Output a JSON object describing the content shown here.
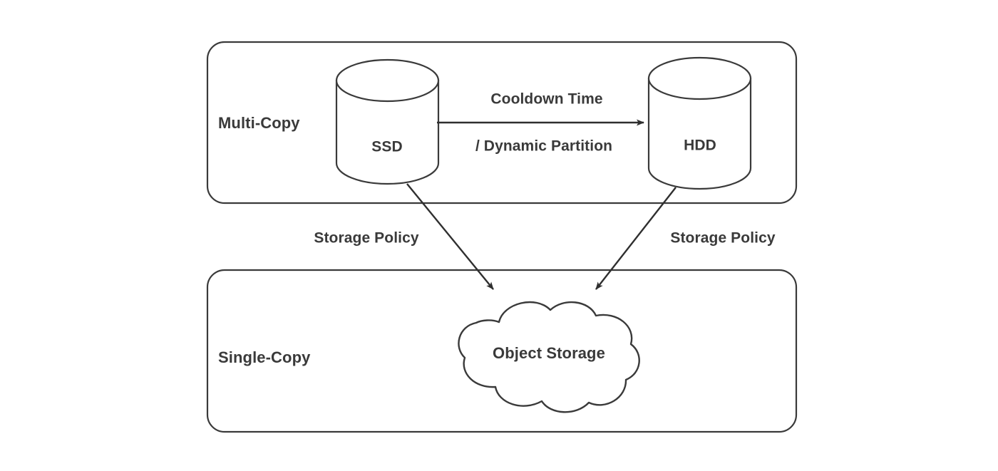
{
  "diagram": {
    "type": "block-diagram",
    "title": "Storage tiering between multi-copy and single-copy layers",
    "background_color": "#ffffff",
    "stroke_color": "#3a3a3a",
    "text_color": "#3a3a3a",
    "groups": [
      {
        "id": "multi-copy",
        "label": "Multi-Copy",
        "shape": "rounded-rectangle",
        "nodes": [
          "ssd",
          "hdd"
        ]
      },
      {
        "id": "single-copy",
        "label": "Single-Copy",
        "shape": "rounded-rectangle",
        "nodes": [
          "object-storage"
        ]
      }
    ],
    "nodes": [
      {
        "id": "ssd",
        "label": "SSD",
        "shape": "cylinder",
        "group": "multi-copy"
      },
      {
        "id": "hdd",
        "label": "HDD",
        "shape": "cylinder",
        "group": "multi-copy"
      },
      {
        "id": "object-storage",
        "label": "Object Storage",
        "shape": "cloud",
        "group": "single-copy"
      }
    ],
    "edges": [
      {
        "id": "ssd-to-hdd",
        "from": "ssd",
        "to": "hdd",
        "label_lines": [
          "Cooldown Time",
          "/ Dynamic Partition"
        ],
        "direction": "horizontal",
        "arrowhead": "filled"
      },
      {
        "id": "ssd-to-object-storage",
        "from": "ssd",
        "to": "object-storage",
        "label_lines": [
          "Storage Policy"
        ],
        "direction": "diagonal-down-right",
        "arrowhead": "filled"
      },
      {
        "id": "hdd-to-object-storage",
        "from": "hdd",
        "to": "object-storage",
        "label_lines": [
          "Storage Policy"
        ],
        "direction": "diagonal-down-left",
        "arrowhead": "filled"
      }
    ]
  },
  "labels": {
    "multi_copy": "Multi-Copy",
    "single_copy": "Single-Copy",
    "ssd": "SSD",
    "hdd": "HDD",
    "object_storage": "Object Storage",
    "cooldown_time": "Cooldown Time",
    "dynamic_partition": "/ Dynamic Partition",
    "storage_policy_left": "Storage Policy",
    "storage_policy_right": "Storage Policy"
  }
}
